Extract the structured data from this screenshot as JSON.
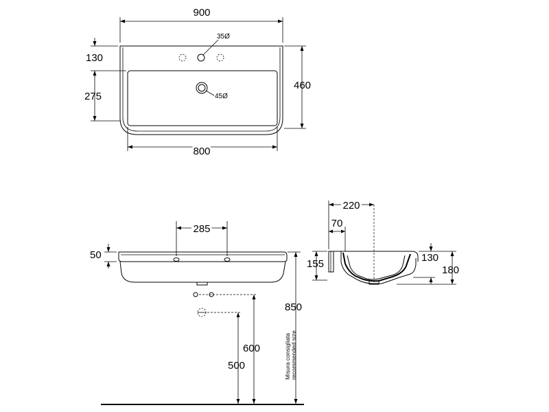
{
  "top_view": {
    "overall_width": "900",
    "inner_width": "800",
    "overall_depth": "460",
    "tap_hole_offset": "130",
    "bowl_depth": "275",
    "tap_hole_diameter": "35Ø",
    "waste_hole_diameter": "45Ø"
  },
  "front_view": {
    "hole_spacing": "285",
    "rim_thickness": "50",
    "install_height": "850",
    "fixing_height": "600",
    "waste_height": "500",
    "recommended_note_line1": "Misura consigliata",
    "recommended_note_line2": "recommended size"
  },
  "side_view": {
    "depth_to_waste": "220",
    "wall_offset": "70",
    "height_left": "155",
    "bowl_height": "130",
    "overall_height": "180"
  }
}
